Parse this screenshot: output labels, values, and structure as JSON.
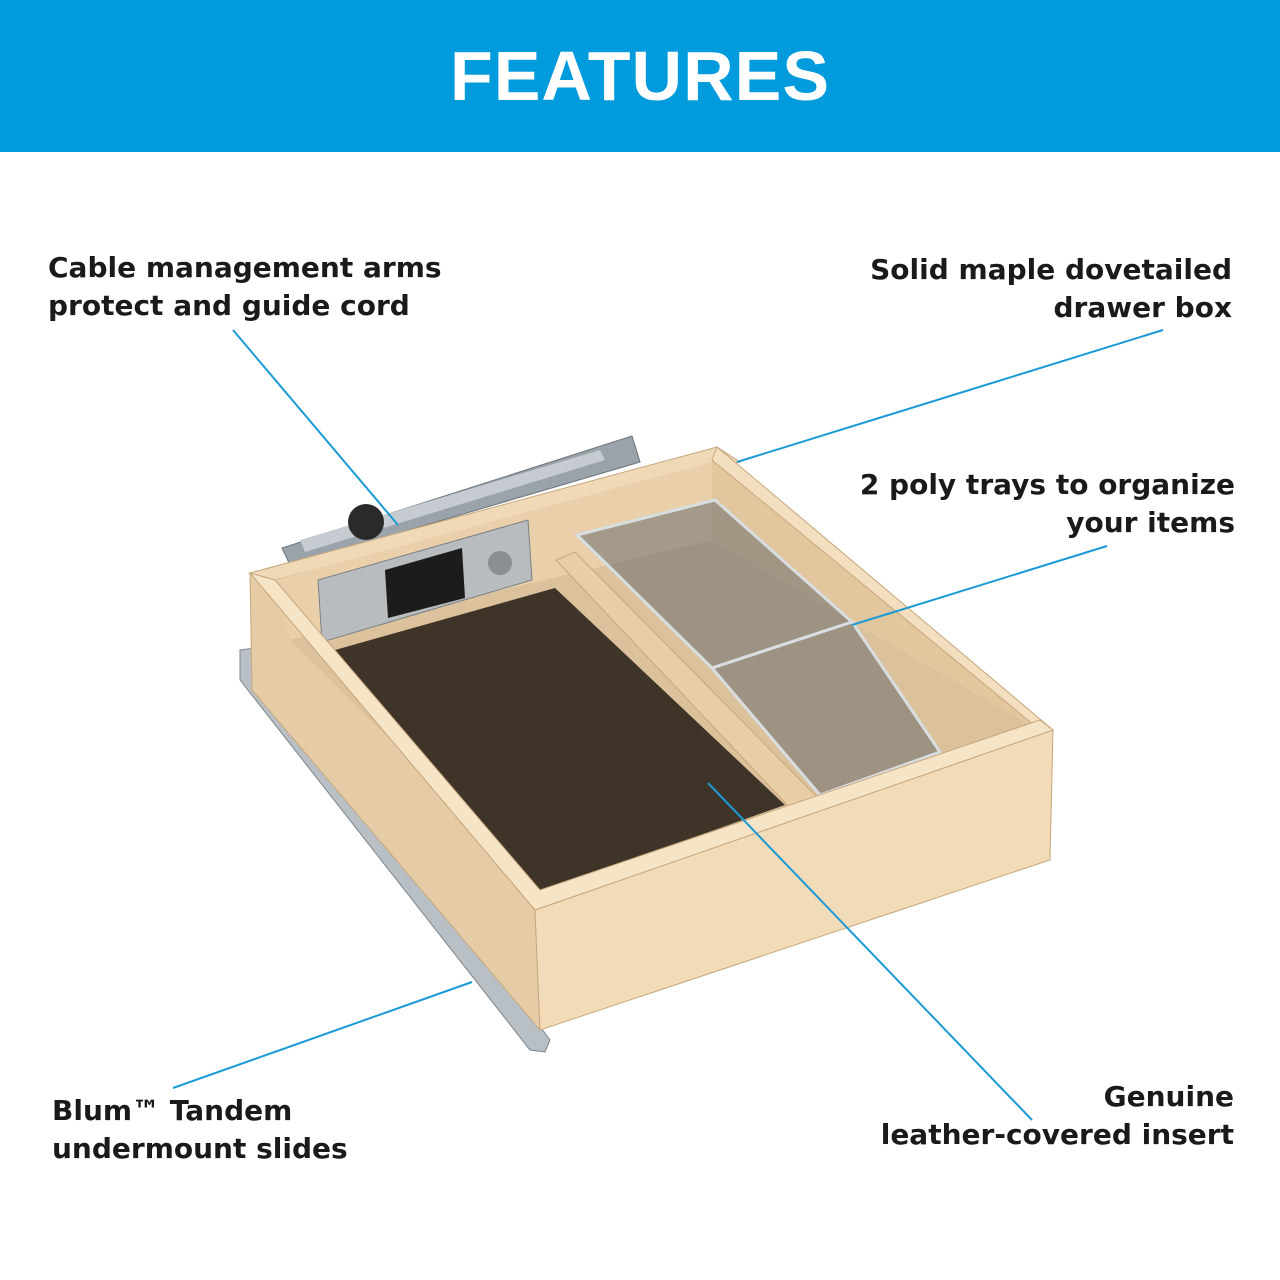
{
  "header": {
    "title": "FEATURES"
  },
  "callouts": [
    {
      "id": "cable",
      "lines": [
        "Cable management arms",
        "protect and guide cord"
      ]
    },
    {
      "id": "maple",
      "lines": [
        "Solid maple dovetailed",
        "drawer box"
      ]
    },
    {
      "id": "trays",
      "lines": [
        "2 poly trays to organize",
        "your items"
      ]
    },
    {
      "id": "slides",
      "lines": [
        "Blum™ Tandem",
        "undermount slides"
      ]
    },
    {
      "id": "leather",
      "lines": [
        "Genuine",
        "leather-covered insert"
      ]
    }
  ],
  "colors": {
    "brand": "#009bdc",
    "leader": "#1a9ad6",
    "wood": "#ecd3b0",
    "leather": "#3e3428"
  }
}
